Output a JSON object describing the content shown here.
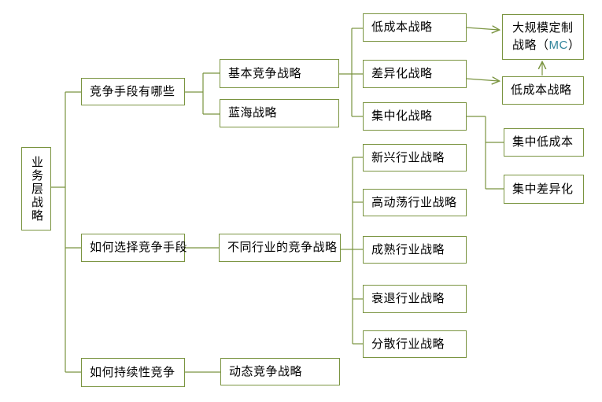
{
  "colors": {
    "accent_green": "#7a9440",
    "mc_text_blue": "#31849b",
    "node_text": "#000000",
    "background": "#ffffff"
  },
  "nodes": {
    "root": "业务层战略",
    "competitive_means": "竞争手段有哪些",
    "how_to_choose_means": "如何选择竞争手段",
    "sustained_competition": "如何持续性竞争",
    "basic_competitive_strategy": "基本竞争战略",
    "blue_ocean_strategy": "蓝海战略",
    "industry_competitive_strategies": "不同行业的竞争战略",
    "dynamic_competitive_strategy": "动态竞争战略",
    "low_cost_strategy": "低成本战略",
    "differentiation_strategy": "差异化战略",
    "focus_strategy": "集中化战略",
    "emerging_industry_strategy": "新兴行业战略",
    "turbulent_industry_strategy": "高动荡行业战略",
    "mature_industry_strategy": "成熟行业战略",
    "declining_industry_strategy": "衰退行业战略",
    "fragmented_industry_strategy": "分散行业战略",
    "mass_customization": {
      "line1": "大规模定制",
      "line2_pre": "战略（",
      "mc": "MC",
      "line2_post": "）"
    },
    "low_cost_strategy_secondary": "低成本战略",
    "focused_low_cost": "集中低成本",
    "focused_differentiation": "集中差异化"
  }
}
